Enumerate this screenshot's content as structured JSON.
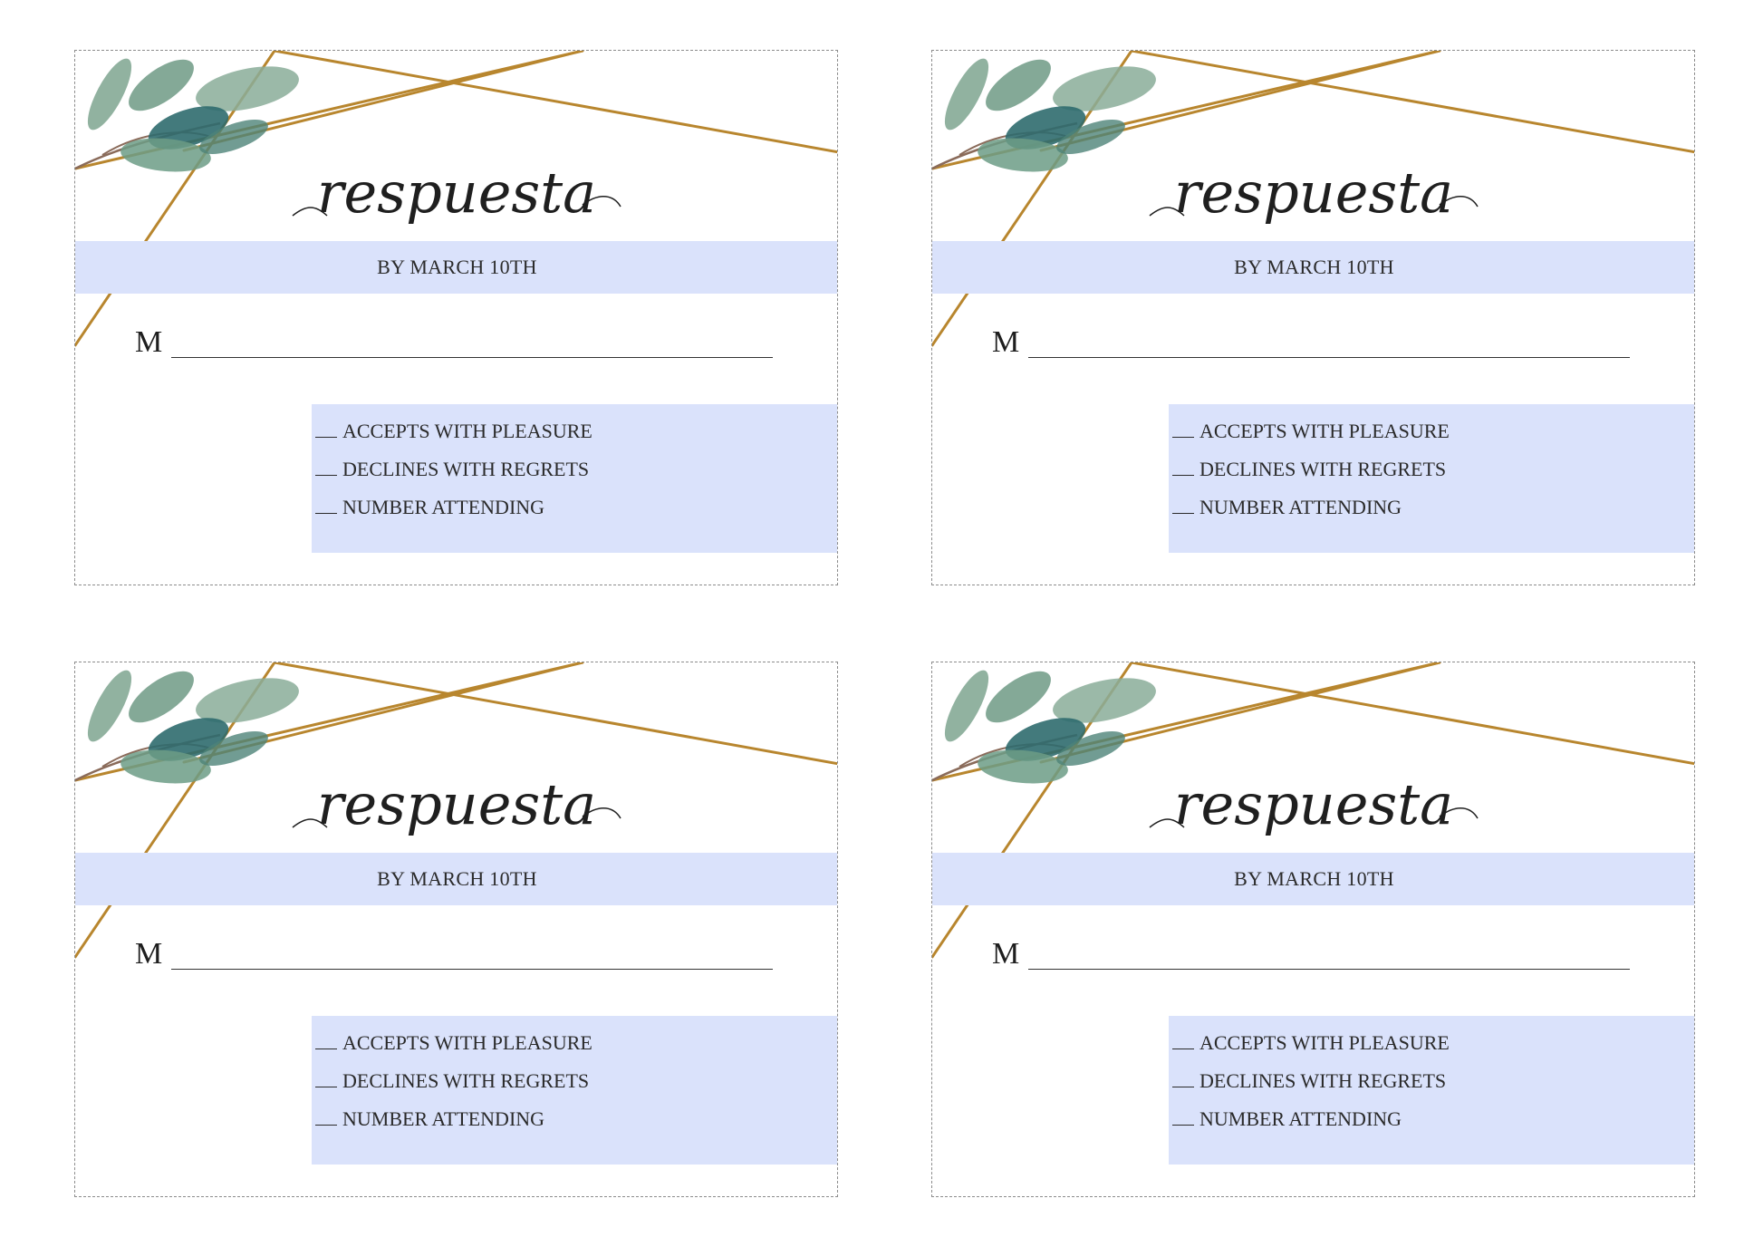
{
  "cards": [
    {
      "title": "respuesta",
      "deadline": "BY MARCH 10TH",
      "name_prefix": "M",
      "options": [
        "ACCEPTS WITH PLEASURE",
        "DECLINES WITH REGRETS",
        "NUMBER ATTENDING"
      ]
    },
    {
      "title": "respuesta",
      "deadline": "BY MARCH 10TH",
      "name_prefix": "M",
      "options": [
        "ACCEPTS WITH PLEASURE",
        "DECLINES WITH REGRETS",
        "NUMBER ATTENDING"
      ]
    },
    {
      "title": "respuesta",
      "deadline": "BY MARCH 10TH",
      "name_prefix": "M",
      "options": [
        "ACCEPTS WITH PLEASURE",
        "DECLINES WITH REGRETS",
        "NUMBER ATTENDING"
      ]
    },
    {
      "title": "respuesta",
      "deadline": "BY MARCH 10TH",
      "name_prefix": "M",
      "options": [
        "ACCEPTS WITH PLEASURE",
        "DECLINES WITH REGRETS",
        "NUMBER ATTENDING"
      ]
    }
  ],
  "colors": {
    "band": "#dae2fb",
    "gold": "#b8862e",
    "leaf_light": "#7ea58f",
    "leaf_dark": "#2f6b6e",
    "border": "#8c8c8c"
  },
  "icons": [
    "eucalyptus-branch-icon",
    "gold-geometric-lines"
  ]
}
